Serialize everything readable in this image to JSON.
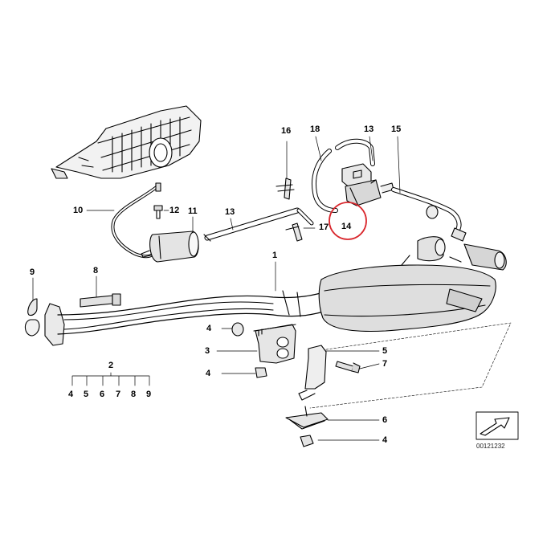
{
  "diagram": {
    "highlight_color": "#d9262c",
    "callouts": [
      {
        "id": "c1",
        "text": "1"
      },
      {
        "id": "c2",
        "text": "2"
      },
      {
        "id": "c2a",
        "text": "4"
      },
      {
        "id": "c2b",
        "text": "5"
      },
      {
        "id": "c2c",
        "text": "6"
      },
      {
        "id": "c2d",
        "text": "7"
      },
      {
        "id": "c2e",
        "text": "8"
      },
      {
        "id": "c2f",
        "text": "9"
      },
      {
        "id": "c9",
        "text": "9"
      },
      {
        "id": "c8",
        "text": "8"
      },
      {
        "id": "c10",
        "text": "10"
      },
      {
        "id": "c11",
        "text": "11"
      },
      {
        "id": "c12",
        "text": "12"
      },
      {
        "id": "c13a",
        "text": "13"
      },
      {
        "id": "c13b",
        "text": "13"
      },
      {
        "id": "c14",
        "text": "14"
      },
      {
        "id": "c15",
        "text": "15"
      },
      {
        "id": "c16",
        "text": "16"
      },
      {
        "id": "c17",
        "text": "17"
      },
      {
        "id": "c18",
        "text": "18"
      },
      {
        "id": "c4a",
        "text": "4"
      },
      {
        "id": "c3",
        "text": "3"
      },
      {
        "id": "c4b",
        "text": "4"
      },
      {
        "id": "c5",
        "text": "5"
      },
      {
        "id": "c7",
        "text": "7"
      },
      {
        "id": "c6",
        "text": "6"
      },
      {
        "id": "c4c",
        "text": "4"
      }
    ],
    "figure_code": "00121232",
    "icons": [
      "direction-arrow-icon"
    ]
  }
}
